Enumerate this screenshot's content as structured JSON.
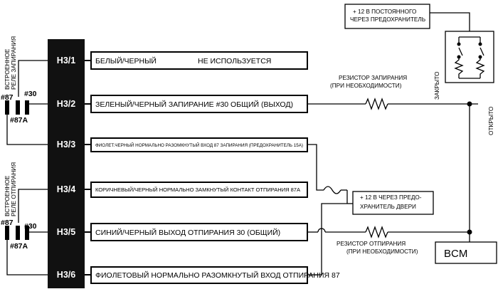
{
  "connector": {
    "pins": [
      {
        "id": "H3/1",
        "label": "БЕЛЫЙ/ЧЕРНЫЙ",
        "extra": "НЕ ИСПОЛЬЗУЕТСЯ"
      },
      {
        "id": "H3/2",
        "label": "ЗЕЛЕНЫЙ/ЧЕРНЫЙ ЗАПИРАНИЕ #30 ОБЩИЙ (ВЫХОД)"
      },
      {
        "id": "H3/3",
        "label": "ФИОЛЕТ.ЧЕРНЫЙ НОРМАЛЬНО РАЗОМКНУТЫЙ ВХОД 87 ЗАПИРАНИЯ (ПРЕДОХРАНИТЕЛЬ 15А)"
      },
      {
        "id": "H3/4",
        "label": "КОРИЧНЕВЫЙ/ЧЕРНЫЙ НОРМАЛЬНО ЗАМКНУТЫЙ КОНТАКТ ОТПИРАНИЯ 87А"
      },
      {
        "id": "H3/5",
        "label": "СИНИЙ/ЧЕРНЫЙ ВЫХОД ОТПИРАНИЯ 30 (ОБЩИЙ)"
      },
      {
        "id": "H3/6",
        "label": "ФИОЛЕТОВЫЙ НОРМАЛЬНО РАЗОМКНУТЫЙ ВХОД ОТПИРАНИЯ 87"
      }
    ]
  },
  "relays": {
    "lock": {
      "title_1": "ВСТРОЕННОЕ",
      "title_2": "РЕЛЕ ЗАПИРАНИЯ",
      "t87": "#87",
      "t87a": "#87A",
      "t30": "#30"
    },
    "unlock": {
      "title_1": "ВСТРОЕННОЕ",
      "title_2": "РЕЛЕ ОТПИРАНИЯ",
      "t87": "#87",
      "t87a": "#87A",
      "t30": "#30"
    }
  },
  "resistors": {
    "lock": {
      "line1": "РЕЗИСТОР ЗАПИРАНИЯ",
      "line2": "(ПРИ НЕОБХОДИМОСТИ)"
    },
    "unlock": {
      "line1": "РЕЗИСТОР ОТПИРАНИЯ",
      "line2": "(ПРИ НЕОБХОДИМОСТИ)"
    }
  },
  "power": {
    "constant": {
      "line1": "+ 12 В ПОСТОЯННОГО",
      "line2": "ЧЕРЕЗ ПРЕДОХРАНИТЕЛЬ"
    },
    "door": {
      "line1": "+ 12 В ЧЕРЕЗ ПРЕДО-",
      "line2": "ХРАНИТЕЛЬ ДВЕРИ"
    }
  },
  "switch_labels": {
    "closed": "ЗАКРЫТО",
    "open": "ОТКРЫТО"
  },
  "module": {
    "label": "BCM"
  }
}
